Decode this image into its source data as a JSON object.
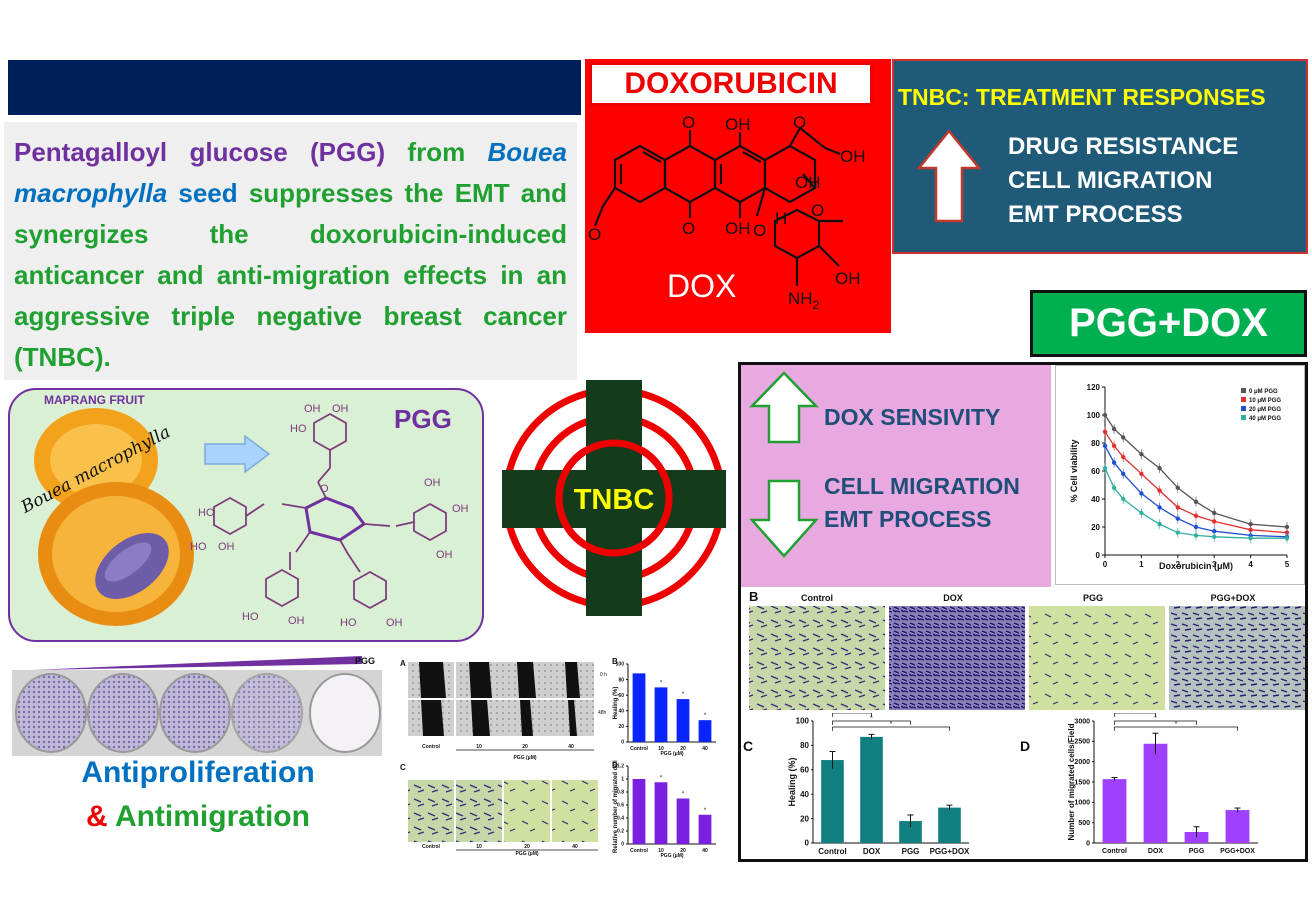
{
  "title": {
    "part1": "Pentagalloyl glucose (PGG)",
    "part2": " from ",
    "part3": "Bouea macrophylla",
    "part4": " seed ",
    "part5": "suppresses the EMT and synergizes the doxorubicin-induced anticancer and anti-migration effects in an aggressive triple negative breast cancer (TNBC)."
  },
  "dox": {
    "title": "DOXORUBICIN",
    "abbr": "DOX",
    "chem": {
      "o": "O",
      "oh": "OH",
      "h": "H",
      "nh": "NH",
      "sub2": "2"
    }
  },
  "tnbc_box": {
    "title": "TNBC: TREATMENT RESPONSES",
    "items": [
      "DRUG RESISTANCE",
      "CELL MIGRATION",
      "EMT PROCESS"
    ]
  },
  "center_label": "TNBC",
  "pgg_dox_label": "PGG+DOX",
  "pgg_panel": {
    "maprang": "MAPRANG FRUIT",
    "fruit_name": "Bouea macrophylla",
    "pgg": "PGG",
    "chem_o": "O",
    "chem_oh": "OH",
    "chem_ho": "HO"
  },
  "pink_panel": {
    "up": "DOX SENSIVITY",
    "down1": "CELL MIGRATION",
    "down2": "EMT PROCESS"
  },
  "antiprolif": {
    "pgg_label": "PGG",
    "line1": "Antiproliferation",
    "amp": "&",
    "line2": " Antimigration"
  },
  "panel_letters": {
    "a": "A",
    "b": "B",
    "c": "C",
    "d": "D"
  },
  "small_charts": {
    "time0": "0 h",
    "time48": "48h",
    "xlabel": "PGG (μM)",
    "top_ylabel": "Healing (%)",
    "bottom_ylabel": "Relative number of migrated cells",
    "groups": [
      "Control",
      "10",
      "20",
      "40"
    ],
    "star": "*"
  },
  "assay_labels": [
    "Control",
    "DOX",
    "PGG",
    "PGG+DOX"
  ],
  "colors": {
    "navy": "#00205b",
    "red": "#ff0000",
    "teal_box": "#1f5a78",
    "green_btn": "#00b050",
    "purple": "#7030a0",
    "teal_bar": "#0f7f7f",
    "violet_bar": "#9f3fff",
    "blue_bar": "#0a24ff",
    "violet_small": "#7b1fe0"
  },
  "chart_data": [
    {
      "type": "line",
      "xlabel": "Doxorubicin (μM)",
      "ylabel": "% Cell viability",
      "xlim": [
        0,
        5
      ],
      "ylim": [
        0,
        120
      ],
      "xticks": [
        0,
        1,
        2,
        3,
        4,
        5
      ],
      "yticks": [
        0,
        20,
        40,
        60,
        80,
        100,
        120
      ],
      "legend_position": "top-right",
      "x": [
        0,
        0.25,
        0.5,
        1,
        1.5,
        2,
        2.5,
        3,
        4,
        5
      ],
      "series": [
        {
          "name": "0 μM PGG",
          "color": "#555555",
          "values": [
            100,
            90,
            84,
            72,
            62,
            48,
            38,
            30,
            22,
            20
          ]
        },
        {
          "name": "10 μM PGG",
          "color": "#e03030",
          "values": [
            88,
            78,
            70,
            58,
            46,
            34,
            28,
            24,
            18,
            16
          ]
        },
        {
          "name": "20 μM PGG",
          "color": "#2050d0",
          "values": [
            78,
            66,
            58,
            44,
            34,
            26,
            20,
            17,
            14,
            13
          ]
        },
        {
          "name": "40 μM PGG",
          "color": "#30b0a0",
          "values": [
            62,
            48,
            40,
            30,
            22,
            16,
            14,
            13,
            12,
            12
          ]
        }
      ]
    },
    {
      "type": "bar",
      "panel": "C",
      "categories": [
        "Control",
        "DOX",
        "PGG",
        "PGG+DOX"
      ],
      "values": [
        68,
        87,
        18,
        29
      ],
      "errors": [
        7,
        2,
        5,
        2
      ],
      "ylabel": "Healing (%)",
      "ylim": [
        0,
        100
      ],
      "yticks": [
        0,
        20,
        40,
        60,
        80,
        100
      ]
    },
    {
      "type": "bar",
      "panel": "D",
      "categories": [
        "Control",
        "DOX",
        "PGG",
        "PGG+DOX"
      ],
      "values": [
        1570,
        2440,
        270,
        810
      ],
      "errors": [
        40,
        260,
        130,
        50
      ],
      "ylabel": "Number of migrated cells/Field",
      "ylim": [
        0,
        3000
      ],
      "yticks": [
        0,
        500,
        1000,
        1500,
        2000,
        2500,
        3000
      ]
    },
    {
      "type": "bar",
      "panel": "B",
      "categories": [
        "Control",
        "10",
        "20",
        "40"
      ],
      "values": [
        88,
        70,
        55,
        28
      ],
      "ylim": [
        0,
        100
      ],
      "yticks": [
        0,
        20,
        40,
        60,
        80,
        100
      ]
    },
    {
      "type": "bar",
      "panel": "D-small",
      "categories": [
        "Control",
        "10",
        "20",
        "40"
      ],
      "values": [
        1.0,
        0.95,
        0.7,
        0.45
      ],
      "ylim": [
        0,
        1.2
      ],
      "yticks": [
        0,
        0.2,
        0.4,
        0.6,
        0.8,
        1.0,
        1.2
      ]
    }
  ]
}
